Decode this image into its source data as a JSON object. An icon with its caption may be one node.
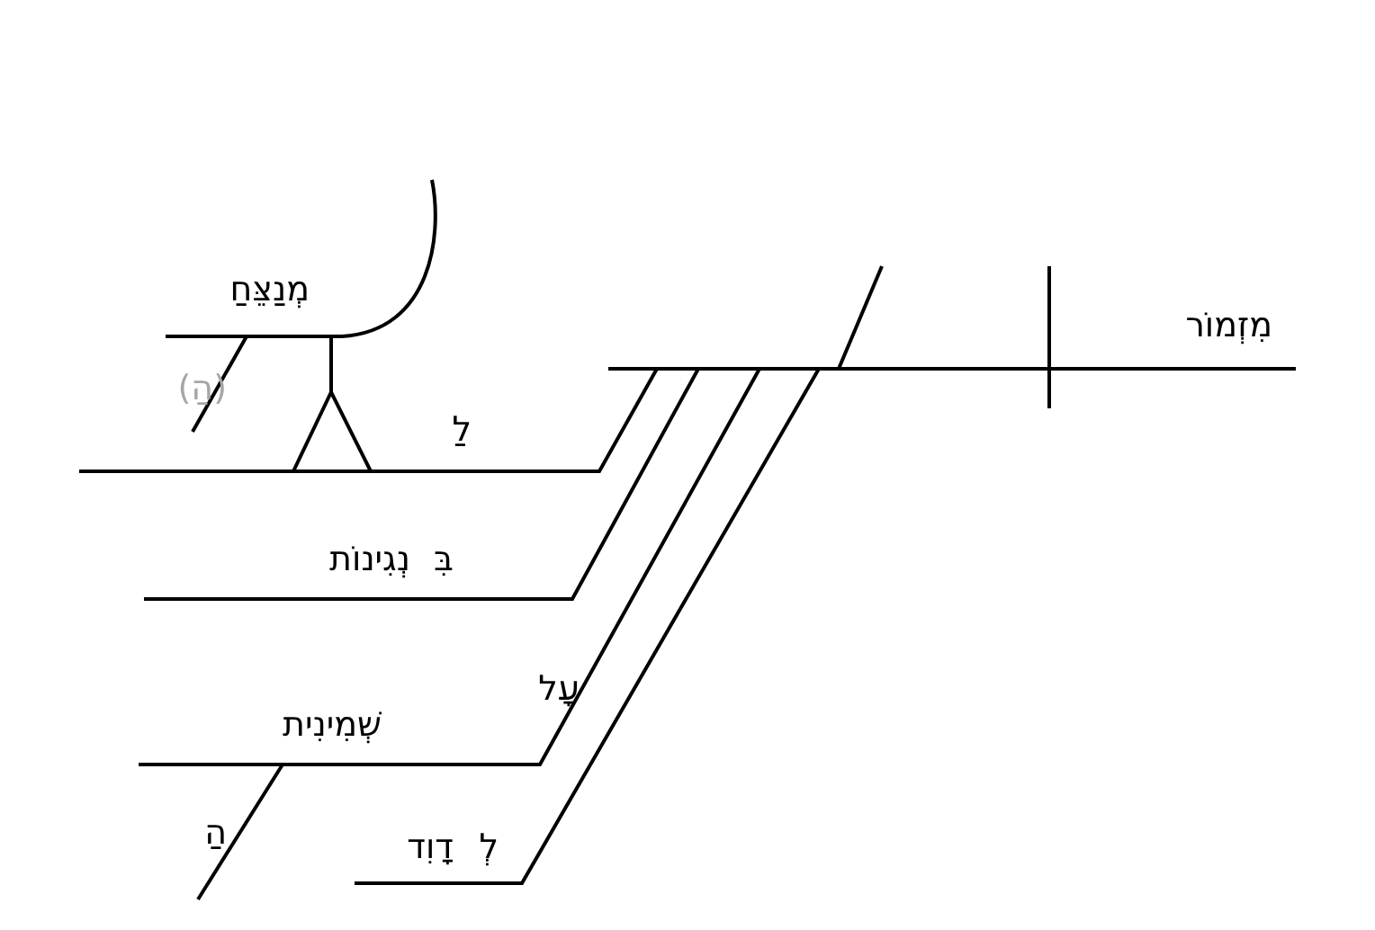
{
  "diagram": {
    "labels": [
      "מְנַצֵּחַ",
      "(הַ)",
      "לַ",
      "מִזְמוֹר",
      "בִּ",
      "נְגִינוֹת",
      "עָל",
      "שְׁמִינִית",
      "הַ",
      "לְ",
      "דָוִד"
    ]
  }
}
